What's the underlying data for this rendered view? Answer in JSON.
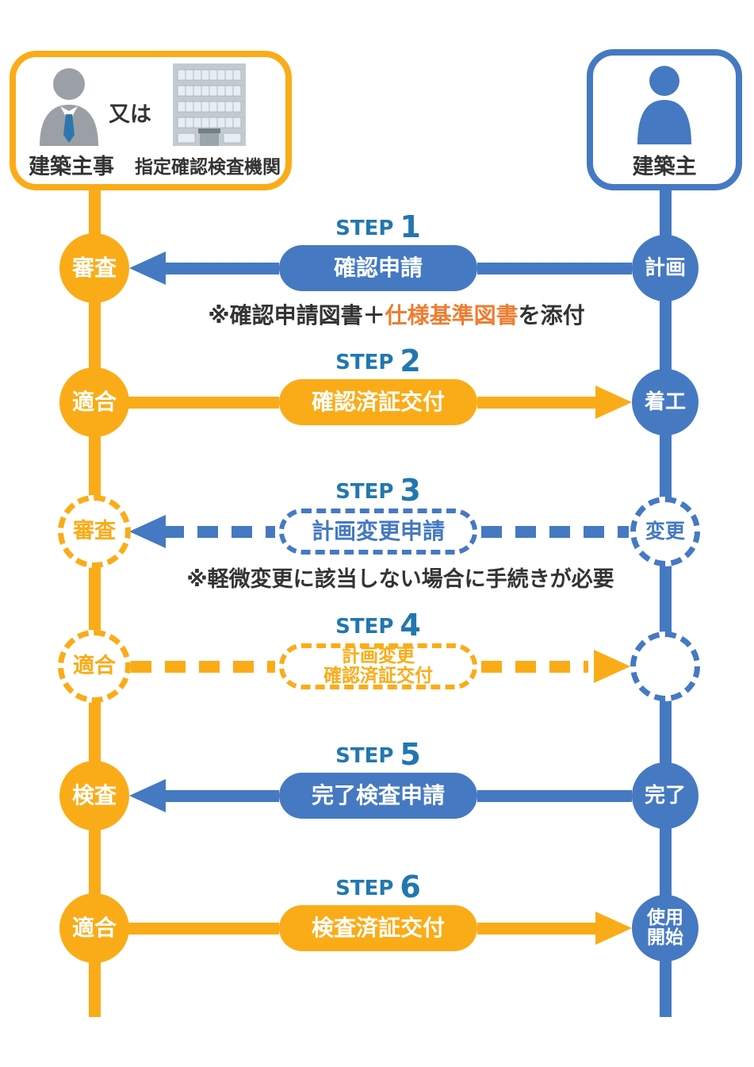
{
  "colors": {
    "orange": "#FAAC18",
    "blue": "#4579C2",
    "step": "#2277B0",
    "dark": "#333333",
    "hl": "#ED7D31"
  },
  "actors": {
    "examiner": {
      "label_person": "建築主事",
      "or_text": "又は",
      "label_org": "指定確認検査機関"
    },
    "owner": {
      "label": "建築主"
    }
  },
  "steps": [
    {
      "name": "STEP",
      "number": "1",
      "pill": "確認申請",
      "left_node": "審査",
      "right_node": "計画",
      "direction": "to-examiner",
      "style": "solid"
    },
    {
      "name": "STEP",
      "number": "2",
      "pill": "確認済証交付",
      "left_node": "適合",
      "right_node": "着工",
      "direction": "to-owner",
      "style": "solid"
    },
    {
      "name": "STEP",
      "number": "3",
      "pill": "計画変更申請",
      "left_node": "審査",
      "right_node": "変更",
      "direction": "to-examiner",
      "style": "dashed"
    },
    {
      "name": "STEP",
      "number": "4",
      "pill_line1": "計画変更",
      "pill_line2": "確認済証交付",
      "left_node": "適合",
      "right_node": "",
      "direction": "to-owner",
      "style": "dashed"
    },
    {
      "name": "STEP",
      "number": "5",
      "pill": "完了検査申請",
      "left_node": "検査",
      "right_node": "完了",
      "direction": "to-examiner",
      "style": "solid"
    },
    {
      "name": "STEP",
      "number": "6",
      "pill": "検査済証交付",
      "left_node": "適合",
      "right_node_line1": "使用",
      "right_node_line2": "開始",
      "direction": "to-owner",
      "style": "solid"
    }
  ],
  "notes": {
    "step1": {
      "prefix": "※確認申請図書＋",
      "highlight": "仕様基準図書",
      "suffix": "を添付"
    },
    "step3": "※軽微変更に該当しない場合に手続きが必要"
  }
}
